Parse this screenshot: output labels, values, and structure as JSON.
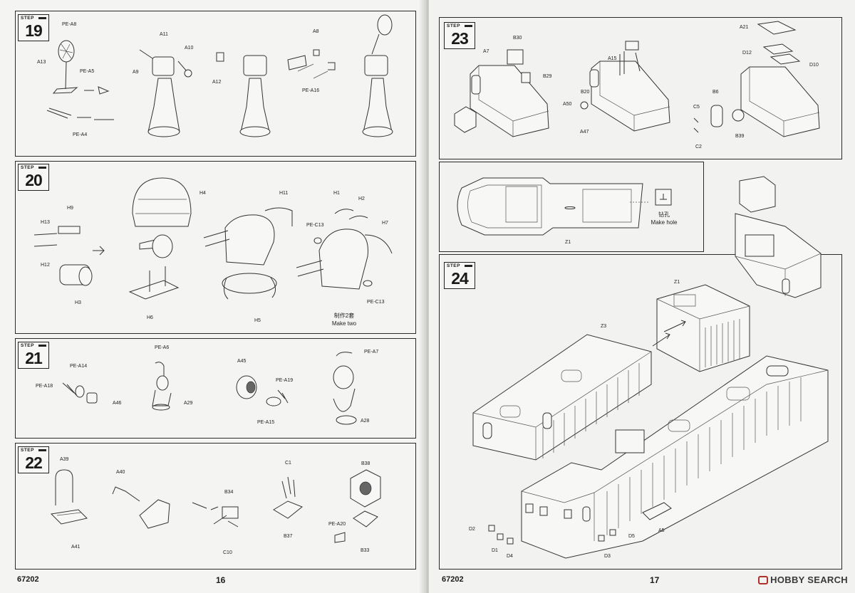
{
  "left_page": {
    "number": "16",
    "code": "67202",
    "steps": [
      {
        "word": "STEP",
        "number": "19",
        "labels": [
          "PE-A8",
          "A13",
          "PE-A5",
          "PE-A4",
          "A11",
          "A9",
          "A10",
          "A12",
          "A8",
          "PE-A16"
        ]
      },
      {
        "word": "STEP",
        "number": "20",
        "labels": [
          "H4",
          "H9",
          "H13",
          "H12",
          "H3",
          "H6",
          "H11",
          "PE-C13",
          "H5",
          "H1",
          "H2",
          "H7",
          "PE-C13"
        ],
        "note_cn": "制作2套",
        "note_en": "Make two"
      },
      {
        "word": "STEP",
        "number": "21",
        "labels": [
          "PE-A6",
          "PE-A14",
          "PE-A18",
          "A46",
          "A29",
          "A45",
          "PE-A19",
          "PE-A15",
          "PE-A7",
          "A28"
        ]
      },
      {
        "word": "STEP",
        "number": "22",
        "labels": [
          "A39",
          "A41",
          "A40",
          "B34",
          "C10",
          "C1",
          "B37",
          "B38",
          "PE-A20",
          "B33"
        ]
      }
    ]
  },
  "right_page": {
    "number": "17",
    "code": "67202",
    "watermark": "HOBBY SEARCH",
    "steps": [
      {
        "word": "STEP",
        "number": "23",
        "labels": [
          "A7",
          "B30",
          "B29",
          "A15",
          "B20",
          "A50",
          "A47",
          "A21",
          "D12",
          "D10",
          "B6",
          "C5",
          "C2",
          "B39"
        ]
      },
      {
        "word": "STEP",
        "number": "24",
        "labels": [
          "Z1",
          "Z3",
          "D2",
          "D1",
          "D4",
          "D3",
          "D5",
          "A5"
        ]
      }
    ],
    "hole_panel": {
      "part": "Z1",
      "note_cn": "钻孔",
      "note_en": "Make hole"
    }
  }
}
